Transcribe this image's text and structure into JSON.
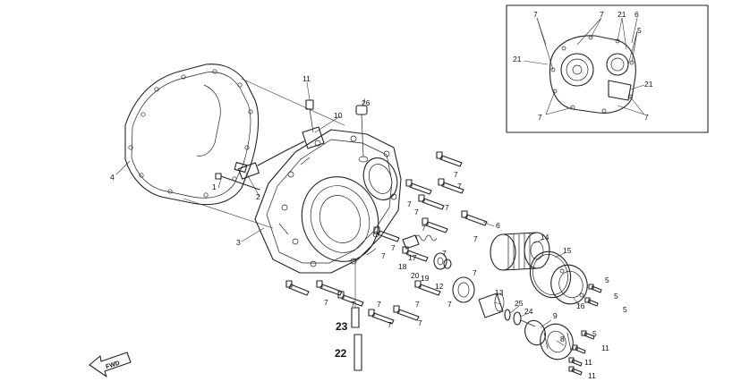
{
  "callouts": {
    "c1": "1",
    "c2": "2",
    "c3": "3",
    "c4": "4",
    "c5": "5",
    "c6": "6",
    "c7": "7",
    "c8": "8",
    "c9": "9",
    "c10": "10",
    "c11": "11",
    "c12": "12",
    "c13": "13",
    "c14": "14",
    "c15": "15",
    "c16": "16",
    "c17": "17",
    "c18": "18",
    "c19": "19",
    "c20": "20",
    "c21": "21",
    "c22": "22",
    "c23": "23",
    "c24": "24",
    "c25": "25",
    "c26": "26"
  },
  "direction_arrow": {
    "label": "FWD"
  }
}
